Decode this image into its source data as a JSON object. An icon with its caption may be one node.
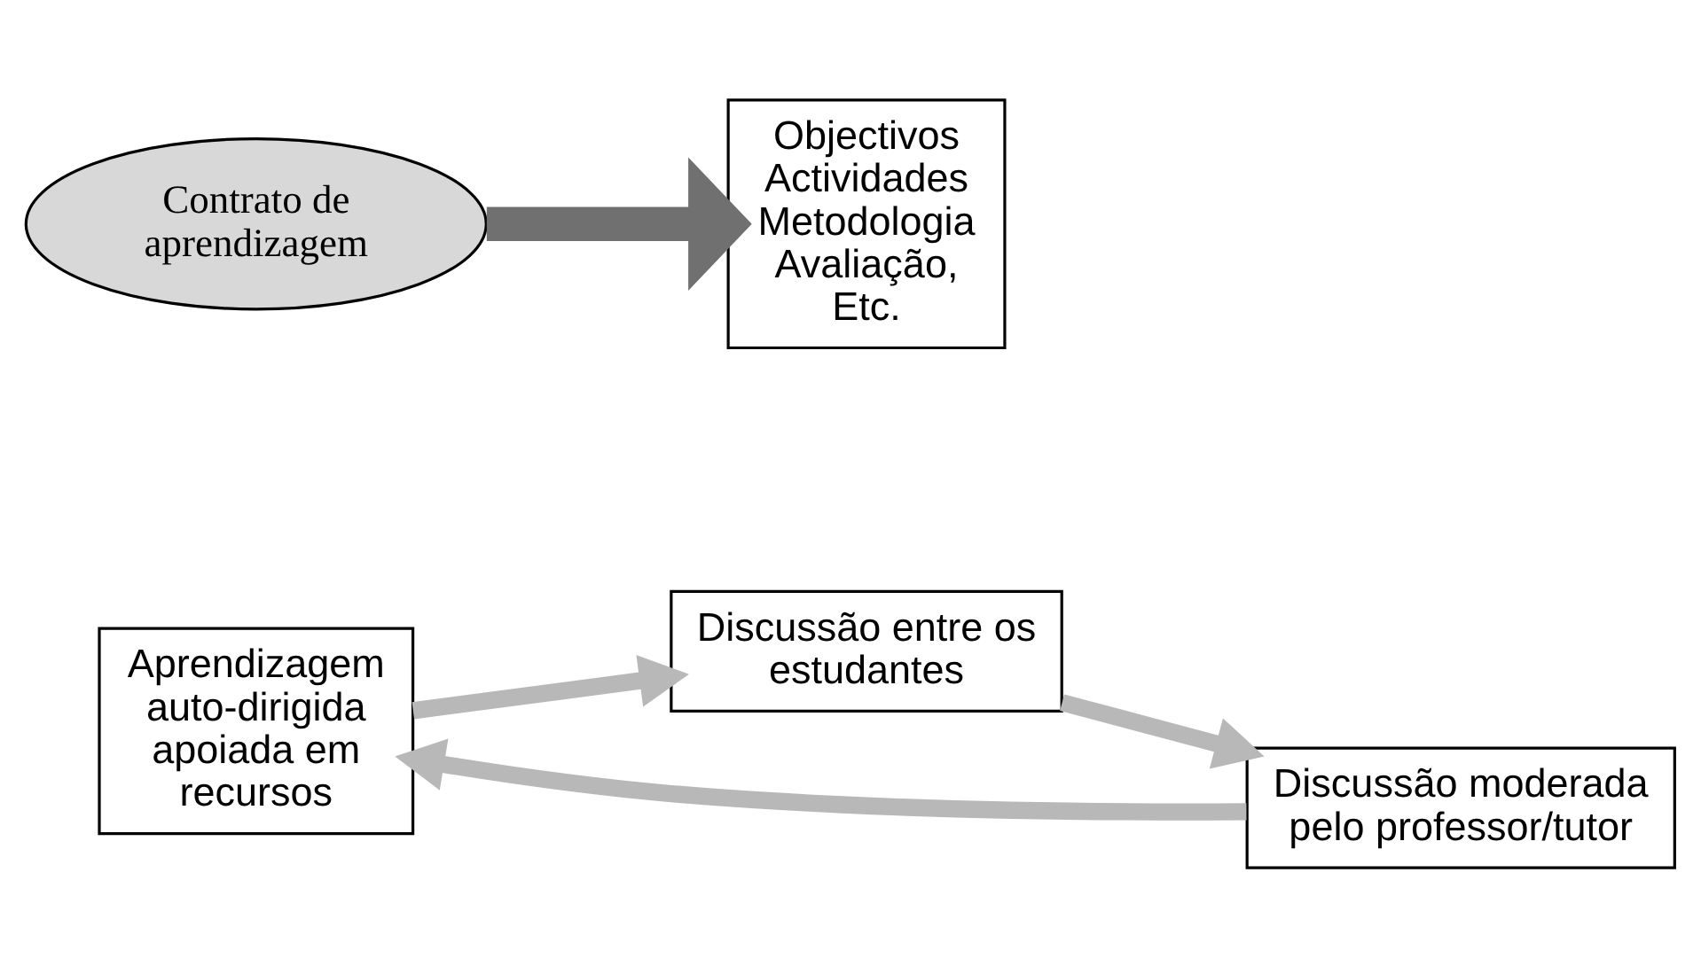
{
  "diagram": {
    "nodes": [
      {
        "text": [
          "Aprendizagem auto-dirigida apoiada em recursos"
        ]
      },
      {
        "text": [
          "Discussão entre os estudantes"
        ]
      },
      {
        "text": [
          "Contrato de aprendizagem"
        ]
      },
      {
        "text": [
          "Objectivos Actividades Metodologia Avaliação, Etc."
        ]
      },
      {
        "text": [
          "Discussão moderada pelo professor/tutor"
        ]
      }
    ],
    "edges": [
      {
        "from": 0,
        "to": 1,
        "arrow": "to"
      },
      {
        "from": 1,
        "to": 4,
        "arrow": "to"
      },
      {
        "from": 4,
        "to": 0,
        "arrow": "to"
      },
      {
        "from": 2,
        "to": 3,
        "arrow": "to",
        "style": "thick",
        "color": "#707070"
      }
    ]
  }
}
